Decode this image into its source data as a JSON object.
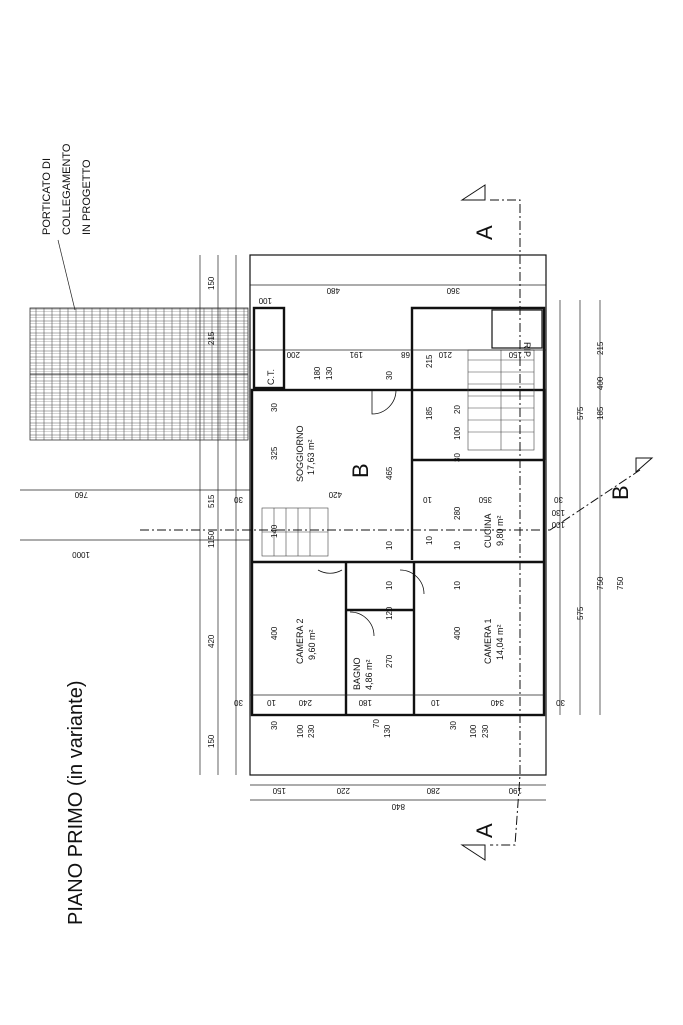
{
  "title": "PIANO PRIMO (in variante)",
  "note": [
    "PORTICATO DI",
    "COLLEGAMENTO",
    "IN PROGETTO"
  ],
  "sections": {
    "a": "A",
    "b": "B"
  },
  "rooms": {
    "soggiorno": {
      "name": "SOGGIORNO",
      "area": "17,63 m²",
      "tag": "B"
    },
    "cucina": {
      "name": "CUCINA",
      "area": "9,80 m²"
    },
    "camera2": {
      "name": "CAMERA 2",
      "area": "9,60 m²"
    },
    "bagno": {
      "name": "BAGNO",
      "area": "4,86 m²"
    },
    "camera1": {
      "name": "CAMERA 1",
      "area": "14,04 m²"
    },
    "ct": {
      "name": "C.T."
    },
    "rip": {
      "name": "RIP."
    }
  },
  "dims": {
    "d1150": "1150",
    "d515": "515",
    "d420a": "420",
    "d150a": "150",
    "d215a": "215",
    "d150b": "150",
    "d760": "760",
    "d1000": "1000",
    "d480": "480",
    "d360": "360",
    "d100a": "100",
    "d200": "200",
    "d191": "191",
    "d68": "68",
    "d210": "210",
    "d150c": "150",
    "d180": "180",
    "d130a": "130",
    "d215b": "215",
    "d30a": "30",
    "d325": "325",
    "d420b": "420",
    "d30b": "30",
    "d140": "140",
    "d30c": "30",
    "d465": "465",
    "d10a": "10",
    "d185": "185",
    "d20": "20",
    "d100b": "100",
    "d30d": "30",
    "d10b": "10",
    "d350": "350",
    "d30e": "30",
    "d280": "280",
    "d130b": "130",
    "d100c": "100",
    "d10c": "10",
    "d120": "120",
    "d10d": "10",
    "d400a": "400",
    "d270": "270",
    "d400b": "400",
    "d30f": "30",
    "d10e": "10",
    "d240": "240",
    "d180b": "180",
    "d10f": "10",
    "d340": "340",
    "d30g": "30",
    "d100d": "100",
    "d230a": "230",
    "d70": "70",
    "d130c": "130",
    "d30h": "30",
    "d100e": "100",
    "d230b": "230",
    "d30i": "30",
    "d575a": "575",
    "d215c": "215",
    "d400c": "400",
    "d185b": "185",
    "d575b": "575",
    "d750a": "750",
    "d750b": "750",
    "b150": "150",
    "b220": "220",
    "b280": "280",
    "b190": "190",
    "b840": "840",
    "d10g": "10",
    "d10h": "10"
  }
}
